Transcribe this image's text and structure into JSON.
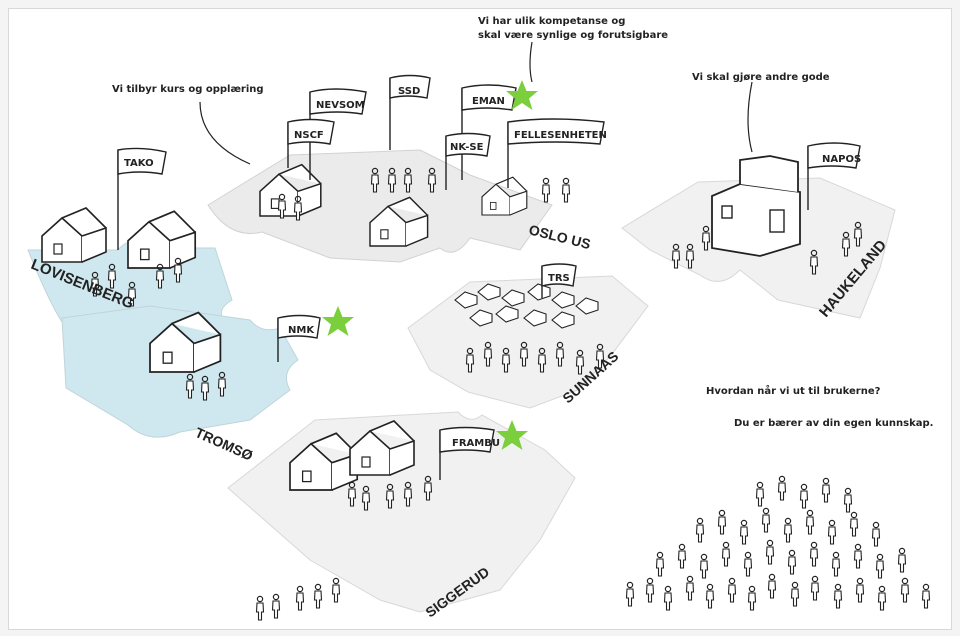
{
  "colors": {
    "blue_piece": "#cfe8ef",
    "grey_piece": "#ebebeb",
    "light_piece": "#f1f1f1",
    "star": "#7ccf3c",
    "ink": "#222222"
  },
  "speech": {
    "kurs": "Vi tilbyr kurs og opplæring",
    "kompetanse_1": "Vi har ulik kompetanse og",
    "kompetanse_2": "skal være synlige og forutsigbare",
    "gjore": "Vi skal gjøre andre gode",
    "hvordan": "Hvordan når vi ut til brukerne?",
    "baerer": "Du er bærer av din egen kunnskap."
  },
  "flags": {
    "tako": "TAKO",
    "nevsom": "NEVSOM",
    "ssd": "SSD",
    "eman": "EMAN",
    "nscf": "NSCF",
    "nkse": "NK-SE",
    "fellesenheten": "FELLESENHETEN",
    "napos": "NAPOS",
    "trs": "TRS",
    "nmk": "NMK",
    "frambu": "FRAMBU"
  },
  "places": {
    "lovisenberg": "LOVISENBERG",
    "oslo_us": "OSLO US",
    "haukeland": "HAUKELAND",
    "tromso": "TROMSØ",
    "sunnaas": "SUNNAAS",
    "siggerud": "SIGGERUD"
  }
}
